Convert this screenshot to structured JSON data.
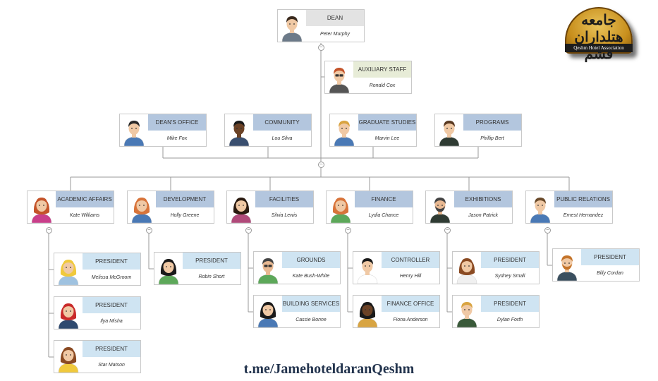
{
  "logo": {
    "script_text": "جامعه هتلداران قشم",
    "band_text": "Qeshm Hotel Association",
    "colors": {
      "gold": "#d9a93a",
      "dark": "#1d1d1d"
    }
  },
  "footer": {
    "link_text": "t.me/JamehoteldaranQeshm"
  },
  "colors": {
    "header_gray": "#e3e3e3",
    "header_olive": "#e7ecd7",
    "header_blue": "#b3c6de",
    "header_light_blue": "#cfe4f2",
    "connector": "#9a9a9a"
  },
  "nodes": {
    "dean": {
      "title": "DEAN",
      "person": "Peter Murphy"
    },
    "auxiliary_staff": {
      "title": "AUXILIARY STAFF",
      "person": "Ronald Cox"
    },
    "deans_office": {
      "title": "DEAN'S OFFICE",
      "person": "Mike Fox"
    },
    "community": {
      "title": "COMMUNITY",
      "person": "Lou Silva"
    },
    "graduate_studies": {
      "title": "GRADUATE STUDIES",
      "person": "Marvin Lee"
    },
    "programs": {
      "title": "PROGRAMS",
      "person": "Phillip Bert"
    },
    "academic_affairs": {
      "title": "ACADEMIC AFFAIRS",
      "person": "Kate Williams"
    },
    "development": {
      "title": "DEVELOPMENT",
      "person": "Holly Greene"
    },
    "facilities": {
      "title": "FACILITIES",
      "person": "Silvia Lewis"
    },
    "finance": {
      "title": "FINANCE",
      "person": "Lydia Chance"
    },
    "exhibitions": {
      "title": "EXHIBITIONS",
      "person": "Jason Patrick"
    },
    "public_relations": {
      "title": "PUBLIC RELATIONS",
      "person": "Ernest Hernandez"
    },
    "aa_president_1": {
      "title": "PRESIDENT",
      "person": "Melissa McGroom"
    },
    "aa_president_2": {
      "title": "PRESIDENT",
      "person": "Ilya Misha"
    },
    "aa_president_3": {
      "title": "PRESIDENT",
      "person": "Star Matson"
    },
    "dev_president": {
      "title": "PRESIDENT",
      "person": "Robin Short"
    },
    "grounds": {
      "title": "GROUNDS",
      "person": "Kate Bush-White"
    },
    "building_services": {
      "title": "BUILDING SERVICES",
      "person": "Cassie Bonne"
    },
    "controller": {
      "title": "CONTROLLER",
      "person": "Henry Hill"
    },
    "finance_office": {
      "title": "FINANCE OFFICE",
      "person": "Fiona Anderson"
    },
    "ex_president_1": {
      "title": "PRESIDENT",
      "person": "Sydney Small"
    },
    "ex_president_2": {
      "title": "PRESIDENT",
      "person": "Dylan Forth"
    },
    "pr_president": {
      "title": "PRESIDENT",
      "person": "Billy Cordan"
    }
  }
}
